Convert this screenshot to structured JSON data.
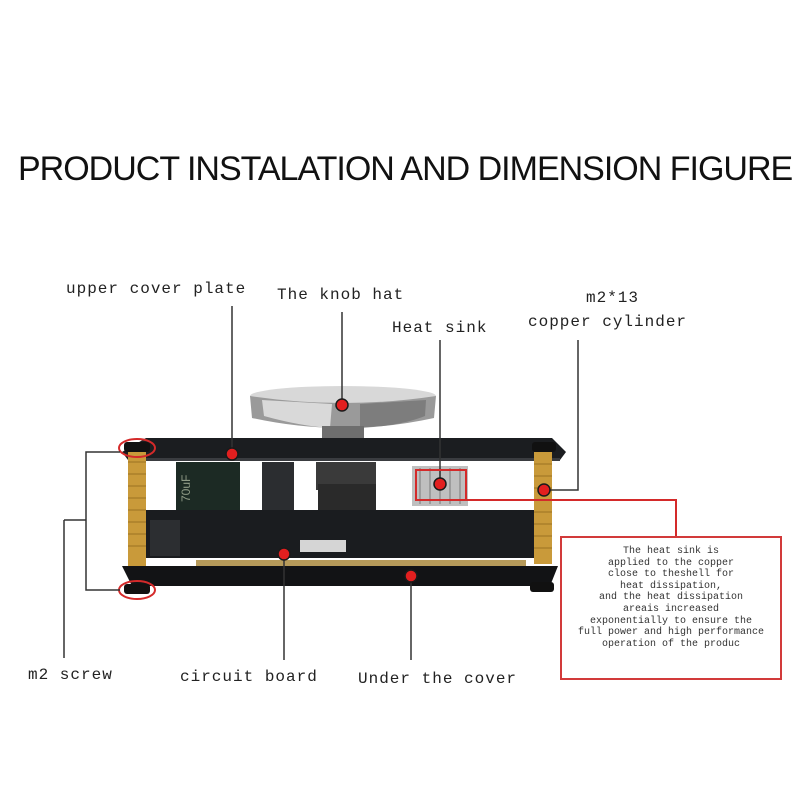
{
  "title": "PRODUCT INSTALATION AND DIMENSION FIGURE",
  "labels": {
    "upper_cover_plate": "upper cover plate",
    "knob_hat": "The knob hat",
    "heat_sink": "Heat sink",
    "m2_13": "m2*13",
    "copper_cylinder": "copper cylinder",
    "m2_screw": "m2 screw",
    "circuit_board": "circuit board",
    "under_cover": "Under the cover"
  },
  "capacitor_text": "70uF",
  "note_lines": [
    "The heat sink is",
    "applied to the copper",
    "close to theshell for",
    "heat dissipation,",
    "and the heat dissipation",
    "areais increased",
    "exponentially to ensure the",
    "full power and high performance",
    "operation of the produc"
  ],
  "colors": {
    "callout": "#d42a2a",
    "marker_fill": "#e21f1f",
    "pcb": "#1a1c1f",
    "brass": "#c99a3a"
  }
}
